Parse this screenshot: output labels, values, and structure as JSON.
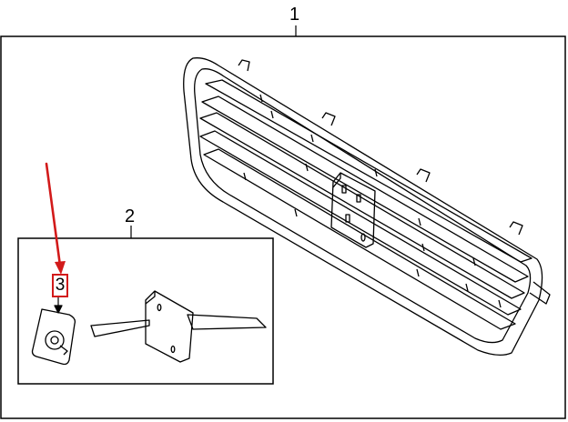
{
  "callouts": {
    "grille": "1",
    "bracket_kit": "2",
    "clip": "3"
  },
  "colors": {
    "line": "#000000",
    "highlight": "#d21a1a",
    "background": "#ffffff"
  }
}
